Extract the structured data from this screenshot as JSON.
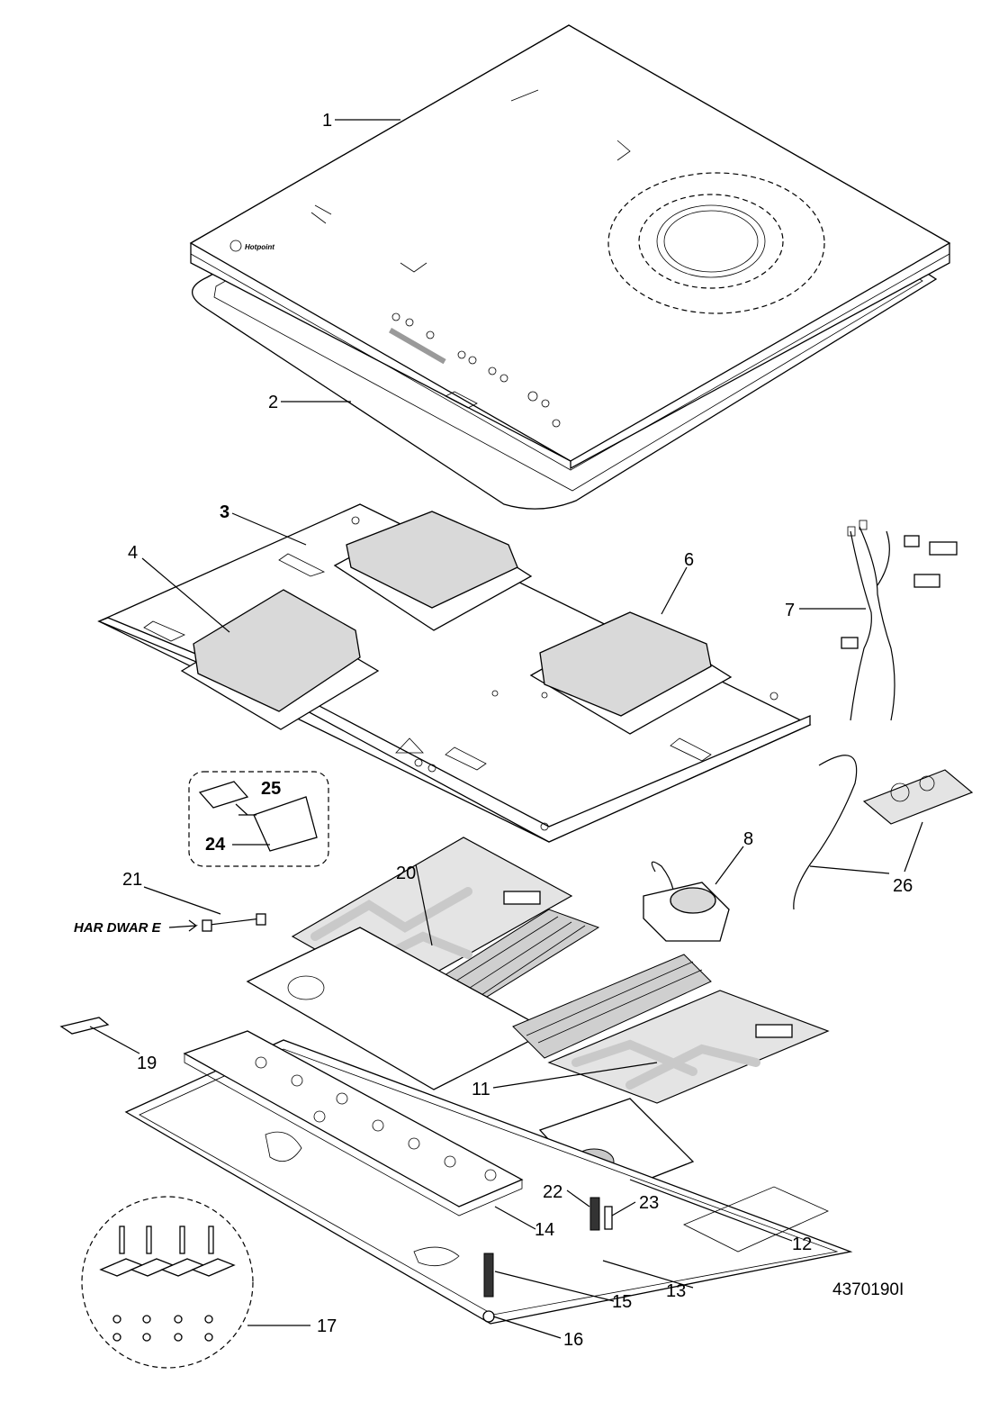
{
  "document": {
    "drawing_code": "4370190I",
    "hardware_label": "HAR DWAR E"
  },
  "callouts": [
    {
      "id": "1",
      "text": "1"
    },
    {
      "id": "2",
      "text": "2"
    },
    {
      "id": "3",
      "text": "3"
    },
    {
      "id": "4",
      "text": "4"
    },
    {
      "id": "6",
      "text": "6"
    },
    {
      "id": "7",
      "text": "7"
    },
    {
      "id": "8",
      "text": "8"
    },
    {
      "id": "11",
      "text": "11"
    },
    {
      "id": "12",
      "text": "12"
    },
    {
      "id": "13",
      "text": "13"
    },
    {
      "id": "14",
      "text": "14"
    },
    {
      "id": "15",
      "text": "15"
    },
    {
      "id": "16",
      "text": "16"
    },
    {
      "id": "17",
      "text": "17"
    },
    {
      "id": "19",
      "text": "19"
    },
    {
      "id": "20",
      "text": "20"
    },
    {
      "id": "21",
      "text": "21"
    },
    {
      "id": "22",
      "text": "22"
    },
    {
      "id": "23",
      "text": "23"
    },
    {
      "id": "24",
      "text": "24"
    },
    {
      "id": "25",
      "text": "25"
    },
    {
      "id": "26",
      "text": "26"
    }
  ]
}
